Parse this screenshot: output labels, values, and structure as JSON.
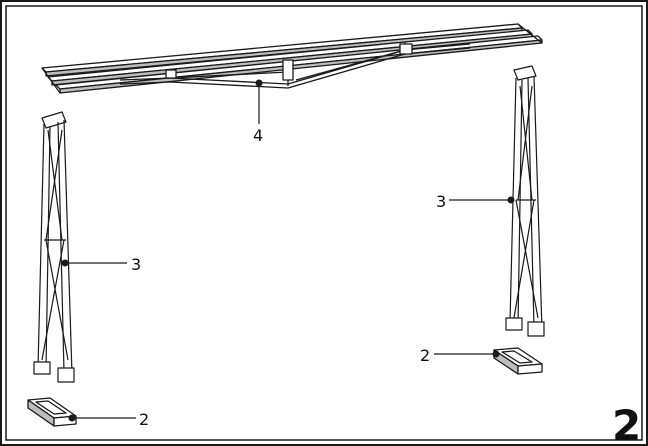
{
  "step_number": "2",
  "callouts": {
    "truss_beam": "4",
    "left_column": "3",
    "right_column": "3",
    "left_base": "2",
    "right_base": "2"
  },
  "colors": {
    "line": "#1a1a1a",
    "fill": "#ffffff",
    "shade": "#bdbdbd"
  }
}
